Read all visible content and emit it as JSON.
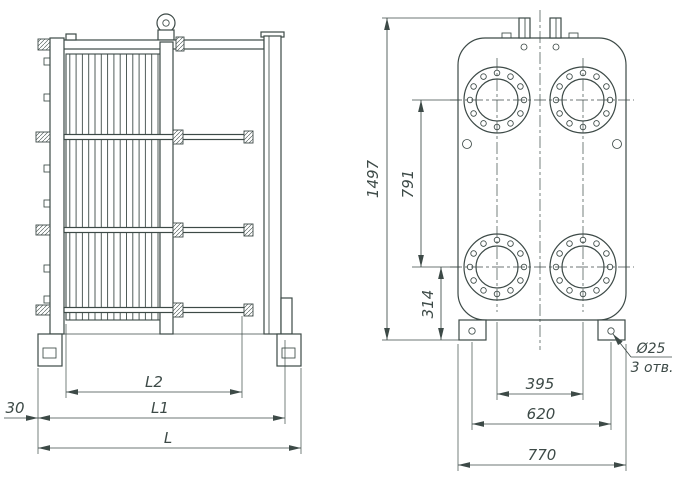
{
  "drawing": {
    "line_color": "#3d4a47",
    "background": "#ffffff",
    "side_view_dims": {
      "plate_pack_length": "L2",
      "frame_length": "L1",
      "overall_length": "L",
      "foot_offset": "30"
    },
    "front_view_dims": {
      "overall_height": "1497",
      "port_vertical_spacing": "791",
      "port_to_base": "314",
      "port_horizontal_spacing": "395",
      "foot_hole_spacing": "620",
      "overall_width": "770",
      "hole_diameter": "Ø25",
      "hole_count_note": "3 отв."
    }
  }
}
